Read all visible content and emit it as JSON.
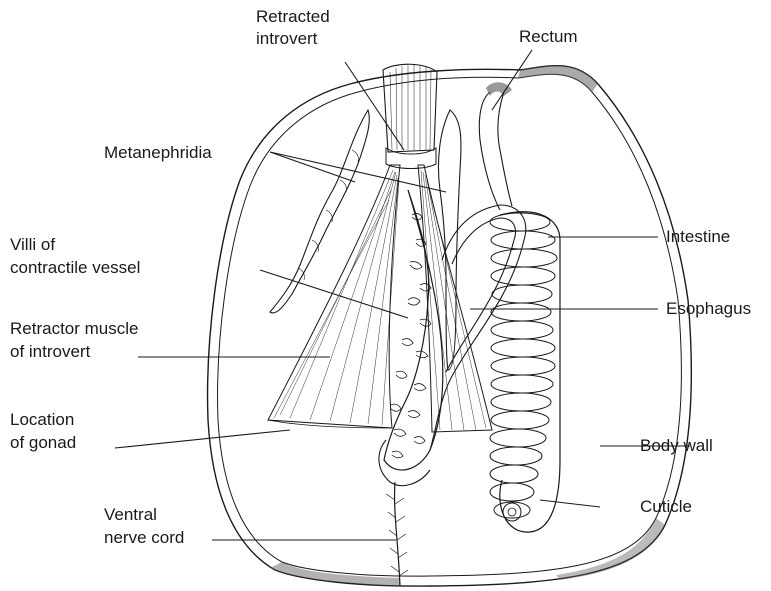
{
  "labels": {
    "retracted_introvert": [
      "Retracted",
      "introvert"
    ],
    "rectum": "Rectum",
    "metanephridia": "Metanephridia",
    "villi": [
      "Villi of",
      "contractile vessel"
    ],
    "retractor_muscle": [
      "Retractor muscle",
      "of introvert"
    ],
    "location_gonad": [
      "Location",
      "of gonad"
    ],
    "ventral_nerve_cord": [
      "Ventral",
      "nerve cord"
    ],
    "intestine": "Intestine",
    "esophagus": "Esophagus",
    "body_wall": "Body wall",
    "cuticle": "Cuticle"
  }
}
